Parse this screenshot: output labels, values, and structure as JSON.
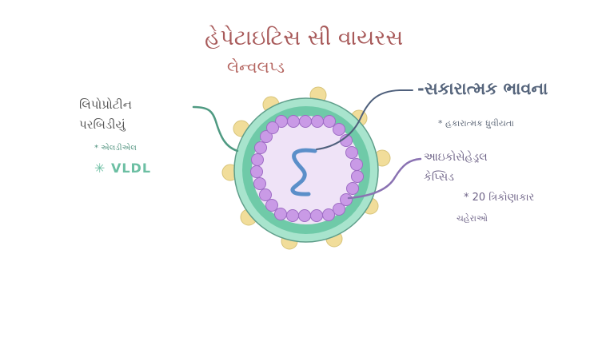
{
  "diagram": {
    "title": "હેપેટાઇટિસ સી વાયરસ",
    "subtitle": "લેન્વલપ્ડ",
    "labels": {
      "lipoprotein": {
        "line1": "લિપોપ્રોટીન",
        "line2": "પરબિડીયું",
        "bullet1": "* એલડીએલ",
        "bullet2": "✳ VLDL"
      },
      "positive_sense": {
        "title": "-સકારાત્મક ભાવના",
        "note": "* હકારાત્મક ધ્રુવીયતા"
      },
      "capsid": {
        "line1": "આઇકોસેહેડ્રલ",
        "line2": "કેપ્સિડ",
        "note_line1": "* 20 ત્રિકોણાકાર",
        "note_line2": "ચહેરાઓ"
      }
    },
    "components": [
      {
        "name": "envelope",
        "icon": "lipid-envelope-ring",
        "color": "#7fd3b4"
      },
      {
        "name": "glycoproteins",
        "icon": "yellow-spike-bulbs",
        "color": "#f1dd9a"
      },
      {
        "name": "capsid",
        "icon": "purple-bead-ring",
        "color": "#c99ae6"
      },
      {
        "name": "rna",
        "icon": "blue-squiggle-strand",
        "color": "#5b8fc9"
      }
    ],
    "colors": {
      "title": "#a85a5a",
      "lipo_line": "#4f9a82",
      "positive_line": "#4f607c",
      "capsid_line": "#8a72b2",
      "vldl": "#6cbfa3"
    }
  }
}
